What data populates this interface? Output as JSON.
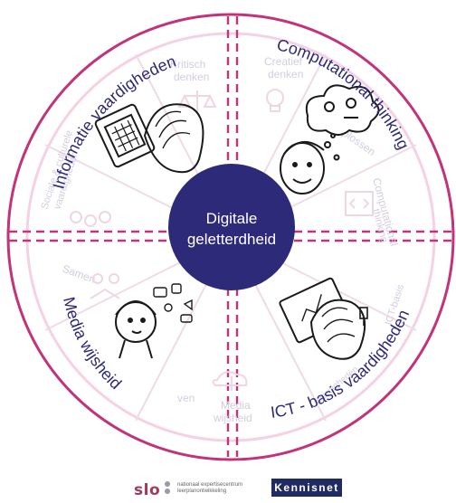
{
  "center": {
    "line1": "Digitale",
    "line2": "geletterdheid"
  },
  "quadrants": {
    "top_left": "Informatie vaardigheden",
    "top_right": "Computational thinking",
    "bottom_left": "Media wijsheid",
    "bottom_right": "ICT - basis vaardigheden"
  },
  "faded": {
    "kritisch": "Kritisch",
    "denken": "denken",
    "creatief": "Creatief",
    "creatief_denken": "denken",
    "oplossen": "oplossen",
    "computational": "Computational",
    "thinking": "thinking",
    "sociale": "Sociale & culturele",
    "vaardigheden": "vaardigheden",
    "samen": "Samen",
    "media": "Media",
    "wijsheid": "wijsheid",
    "ict": "ICT-basis",
    "ict_v": "vaardigheden",
    "ven": "ven"
  },
  "footer": {
    "slo": "slo",
    "slo_line1": "nationaal expertisecentrum",
    "slo_line2": "leerplanontwikkeling",
    "kennisnet": "Kennisnet"
  },
  "colors": {
    "ring": "#c2337a",
    "center": "#2e2a7a",
    "text": "#2e2a7a",
    "faded": "#d8d2e2"
  }
}
